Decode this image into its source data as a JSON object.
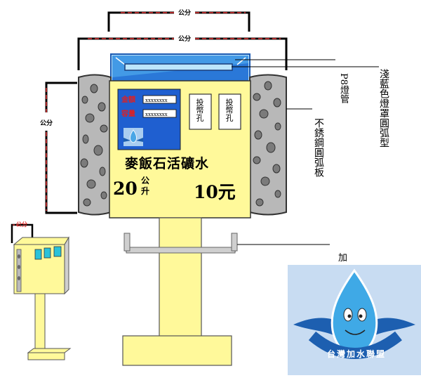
{
  "dimension_labels": {
    "top_outer": "公分",
    "top_inner": "公分",
    "left_height": "公分",
    "small_unit": "公分"
  },
  "machine": {
    "amount_label": "金額",
    "amount_value": "xxxxxxxx",
    "volume_label": "容量",
    "volume_value": "xxxxxxxx",
    "coin_slot_label": "投幣孔",
    "bill_slot_label": "投幣孔",
    "product_name": "麥飯石活礦水",
    "volume_number": "20",
    "volume_unit_top": "公",
    "volume_unit_bottom": "升",
    "price": "10元"
  },
  "callouts": {
    "lamp": "P8燈管",
    "light_cover": "淺藍色燈罩圓弧型",
    "side_plate": "不銹鋼圓弧板",
    "bottom": "加"
  },
  "logo": {
    "text": "台灣加水聯盟",
    "colors": {
      "drop": "#3fa9e6",
      "wing": "#1d5fb0",
      "bg": "#c8dcf2"
    }
  },
  "colors": {
    "panel": "#fff99a",
    "blue_screen": "#1f5fd0",
    "side_gray": "#b4b4b4",
    "pole": "#fff99a",
    "dim_red": "#e03030"
  }
}
